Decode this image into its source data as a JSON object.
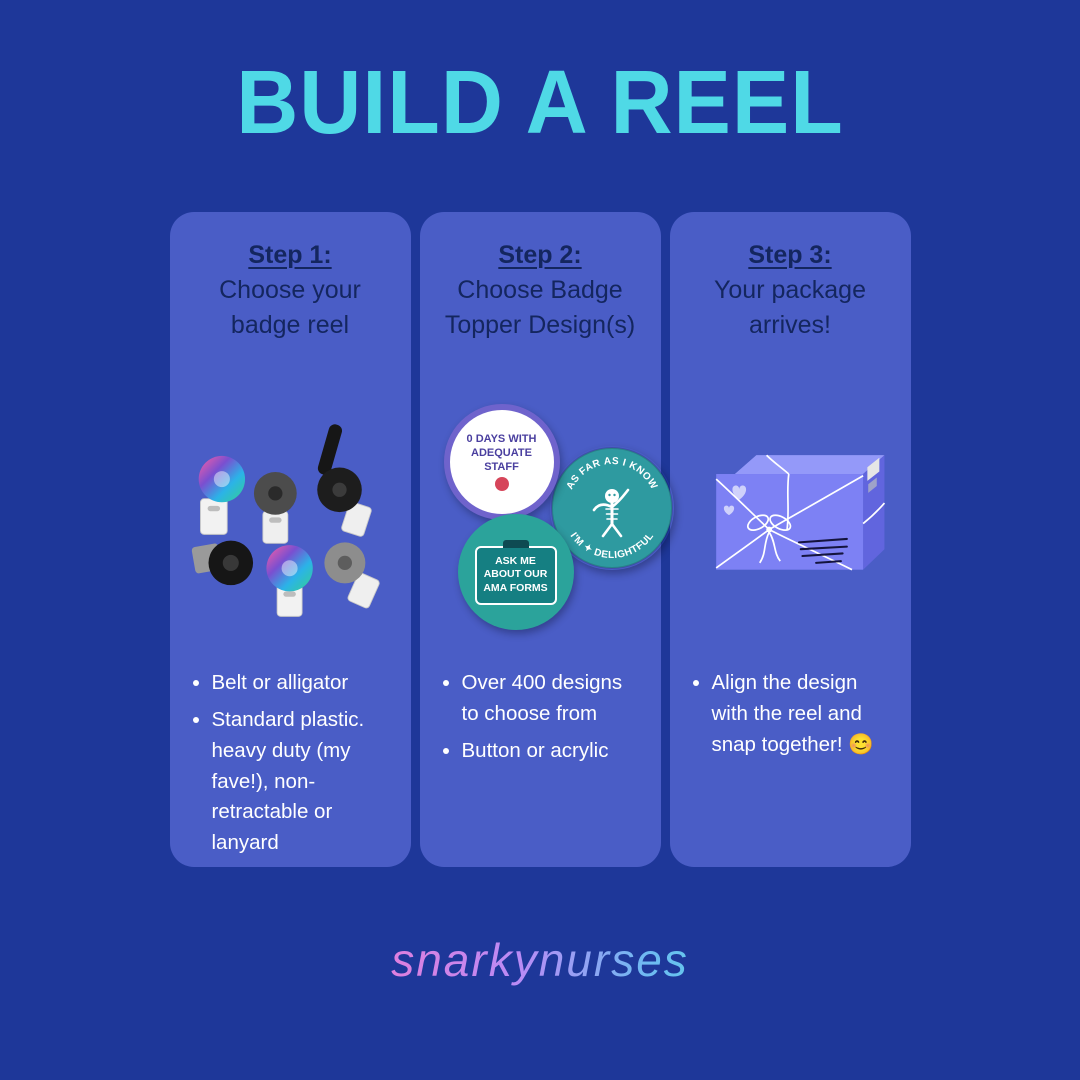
{
  "page": {
    "title": "BUILD A REEL",
    "brand": "snarkynurses"
  },
  "colors": {
    "background": "#1e3799",
    "card": "#4a5dc6",
    "title": "#4fd9e6",
    "heading_text": "#14265f",
    "body_text": "#ffffff",
    "badge_teal": "#2e9aa0",
    "badge_purple_border": "#6f63cc",
    "package_purple": "#7d81f4"
  },
  "steps": [
    {
      "heading": "Step 1:",
      "subheading": "Choose your badge reel",
      "bullets": [
        "Belt or alligator",
        "Standard plastic. heavy duty (my fave!), non-retractable or lanyard"
      ]
    },
    {
      "heading": "Step 2:",
      "subheading": "Choose Badge Topper Design(s)",
      "bullets": [
        "Over 400 designs to choose from",
        "Button or acrylic"
      ]
    },
    {
      "heading": "Step 3:",
      "subheading": "Your package arrives!",
      "bullets": [
        "Align the design with the reel and snap together! 😊"
      ]
    }
  ],
  "badges": {
    "days_badge": "0 Days With Adequate Staff",
    "delightful_top": "AS FAR AS I KNOW",
    "delightful_bottom": "I'M ✦ DELIGHTFUL",
    "ama_badge": "Ask Me About Our AMA Forms"
  }
}
